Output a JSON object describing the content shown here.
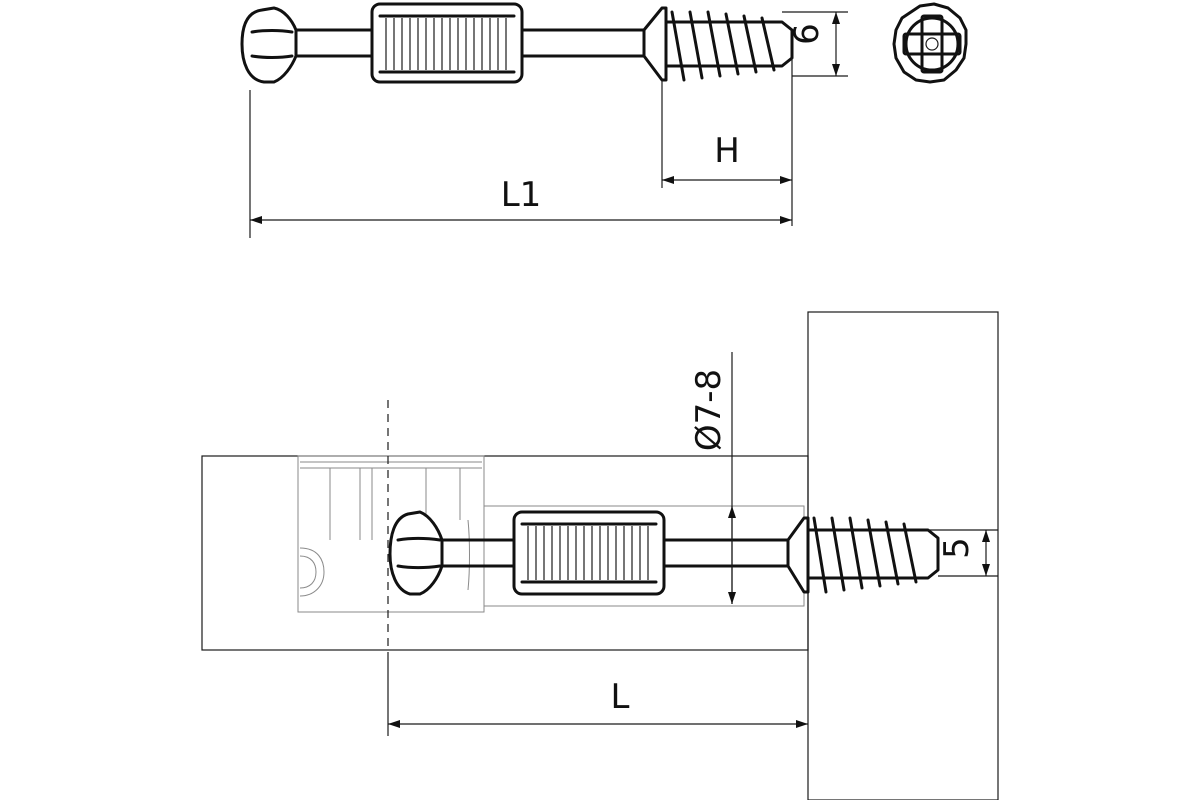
{
  "labels": {
    "thread_diameter_top": "6",
    "head_length": "H",
    "total_length": "L1",
    "bore_diameter": "Ø7-8",
    "thread_diameter_bottom": "5",
    "insert_length": "L"
  },
  "colors": {
    "line": "#111111",
    "faint_line": "#8a8a8a",
    "background": "#ffffff"
  }
}
